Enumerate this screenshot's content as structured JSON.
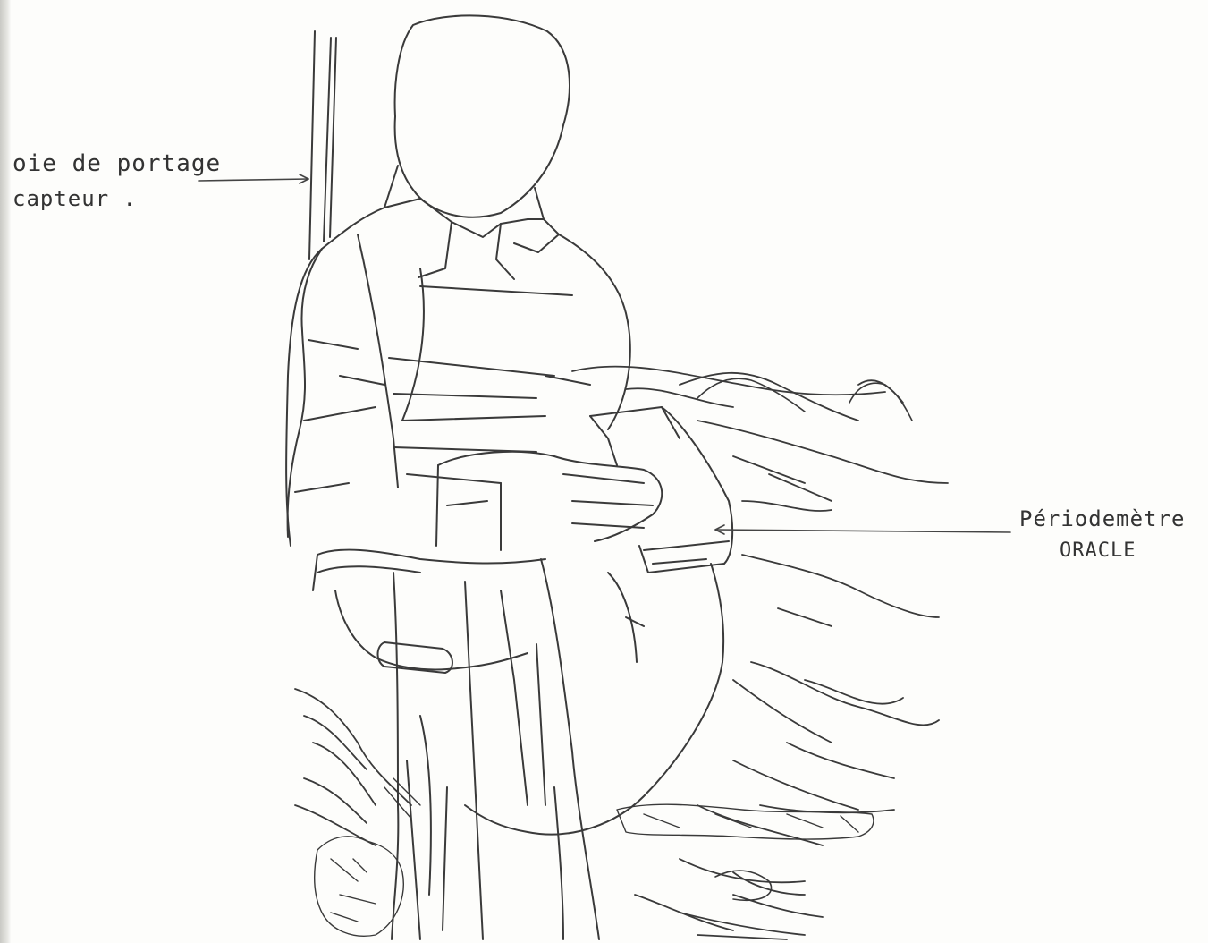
{
  "labels": {
    "left_line1": "oie de portage",
    "left_line2": "capteur .",
    "right_line1": "Périodemètre",
    "right_line2": "ORACLE"
  },
  "colors": {
    "paper": "#fdfdfb",
    "ink": "#333333",
    "binding_shadow": "#c9c9c4"
  }
}
